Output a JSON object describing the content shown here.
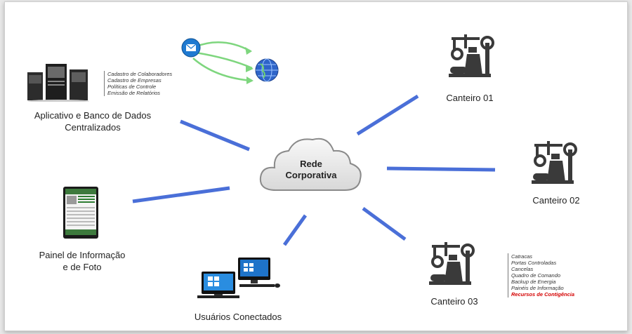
{
  "cloud": {
    "line1": "Rede",
    "line2": "Corporativa"
  },
  "server": {
    "label_line1": "Aplicativo e Banco de Dados",
    "label_line2": "Centralizados",
    "features": [
      "Cadastro de Colaboradores",
      "Cadastro de Empresas",
      "Políticas de Controle",
      "Emissão de Relatórios"
    ]
  },
  "panel": {
    "label_line1": "Painel de Informação",
    "label_line2": "e de Foto"
  },
  "users": {
    "label": "Usuários Conectados"
  },
  "sites": [
    {
      "label": "Canteiro 01"
    },
    {
      "label": "Canteiro 02"
    },
    {
      "label": "Canteiro 03"
    }
  ],
  "site3_features": [
    "Catracas",
    "Portas Controladas",
    "Cancelas",
    "Quadro de Comando",
    "Backup de Energia",
    "Painéis de Informação"
  ],
  "site3_highlight": "Recursos de Contigência",
  "colors": {
    "link": "#4a6fd8",
    "email_arrow": "#7ed67e",
    "highlight": "#d40000"
  }
}
